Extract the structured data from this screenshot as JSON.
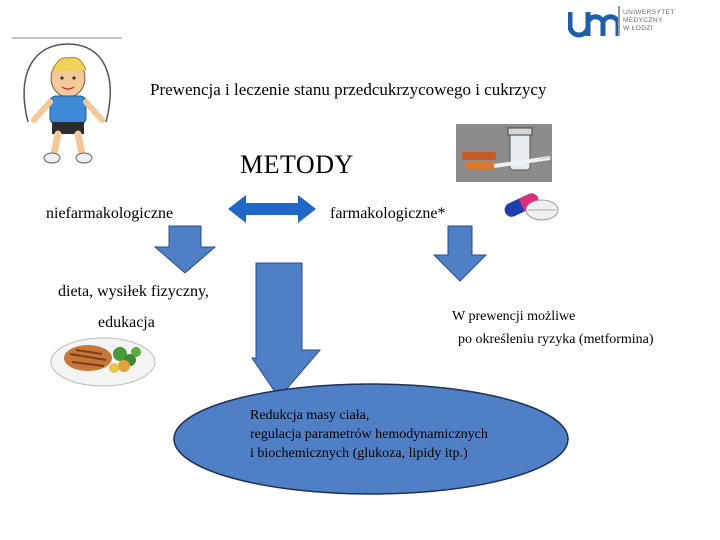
{
  "slide": {
    "title": "Prewencja i leczenie stanu przedcukrzycowego i cukrzycy",
    "heading": "METODY",
    "left_method": "niefarmakologiczne",
    "right_method": "farmakologiczne*",
    "left_detail_line1": "dieta, wysiłek fizyczny,",
    "left_detail_line2": "edukacja",
    "right_detail_line1": "W prewencji możliwe",
    "right_detail_line2": "po określeniu ryzyka (metformina)",
    "ellipse_line1": "Redukcja masy ciała,",
    "ellipse_line2": "regulacja  parametrów hemodynamicznych",
    "ellipse_line3": "i biochemicznych (glukoza, lipidy itp.)"
  },
  "logo": {
    "line1": "UNIWERSYTET",
    "line2": "MEDYCZNY",
    "line3": "W ŁODZI",
    "color": "#1f5fa8"
  },
  "colors": {
    "arrow_fill": "#4f7fc4",
    "arrow_stroke": "#2a4f86",
    "ellipse_fill": "#4f7fc4",
    "double_arrow": "#1f68c8"
  }
}
